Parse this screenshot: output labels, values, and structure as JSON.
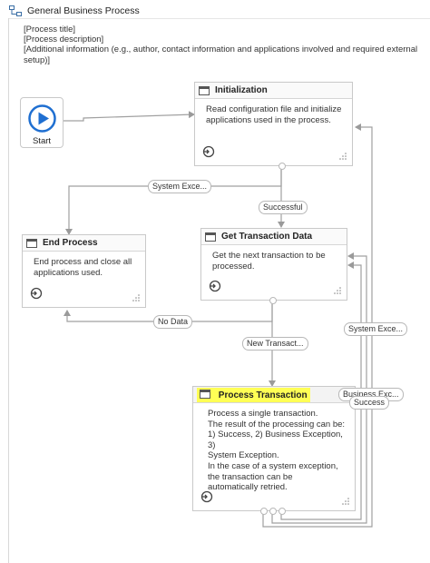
{
  "window": {
    "title": "General Business Process"
  },
  "annotation": {
    "lines": [
      "[Process title]",
      "[Process description]",
      "[Additional information (e.g., author, contact information and applications involved and required external setup)]"
    ]
  },
  "start": {
    "label": "Start"
  },
  "states": {
    "initialization": {
      "title": "Initialization",
      "description": "Read configuration file and initialize applications used in the process."
    },
    "end_process": {
      "title": "End Process",
      "description": "End process and close all applications used."
    },
    "get_transaction": {
      "title": "Get Transaction Data",
      "description": "Get the next transaction to be processed."
    },
    "process_transaction": {
      "title": "Process Transaction",
      "description_lines": [
        "Process a single transaction.",
        "The result of the processing can be:",
        "1) Success, 2) Business Exception, 3)",
        "System Exception.",
        "In the case of a system exception,",
        "the transaction can be",
        "automatically retried."
      ]
    }
  },
  "transitions": {
    "system_exception_1": "System Exce...",
    "successful": "Successful",
    "no_data": "No Data",
    "new_transaction": "New Transact...",
    "system_exception_2": "System Exce...",
    "business_exception": "Business Exc...",
    "success": "Success"
  },
  "colors": {
    "highlight": "#ffff55",
    "start_blue": "#1f6fd1",
    "wire": "#9a9a9a"
  }
}
